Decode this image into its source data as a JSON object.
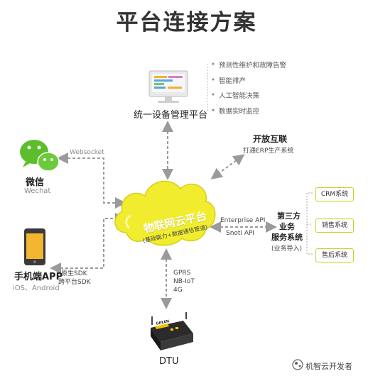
{
  "title": "平台连接方案",
  "management": {
    "label": "统一设备管理平台",
    "features": [
      "预测性维护和故障告警",
      "智能排产",
      "人工智能决策",
      "数据实时监控"
    ]
  },
  "open": {
    "label": "开放互联",
    "sub": "打通ERP生产系统"
  },
  "wechat": {
    "label": "微信",
    "sub": "Wechat",
    "protocol": "Websocket"
  },
  "mobile": {
    "label": "手机端APP",
    "sub": "iOS、Android",
    "sdk1": "原生SDK",
    "sdk2": "跨平台SDK"
  },
  "cloud": {
    "label": "物联网云平台",
    "sub": "(基础能力+数据通信管道)"
  },
  "api": {
    "enterprise": "Enterprise API",
    "snoti": "Snoti API"
  },
  "third": {
    "line1": "第三方",
    "line2": "业务",
    "line3": "服务系统",
    "line4": "(业务导入)",
    "items": [
      "CRM系统",
      "销售系统",
      "售后系统"
    ]
  },
  "dtu": {
    "label": "DTU",
    "net1": "GPRS",
    "net2": "NB-IoT",
    "net3": "4G",
    "device_text": "GREEN"
  },
  "watermark": {
    "text": "机智云开发者"
  },
  "colors": {
    "cloud": "#f2ec2e",
    "cloud_dark": "#d6cf1c",
    "pill_border": "#c8d21e",
    "arrow": "#9a9a9a",
    "wechat_green": "#5cbe2c"
  }
}
